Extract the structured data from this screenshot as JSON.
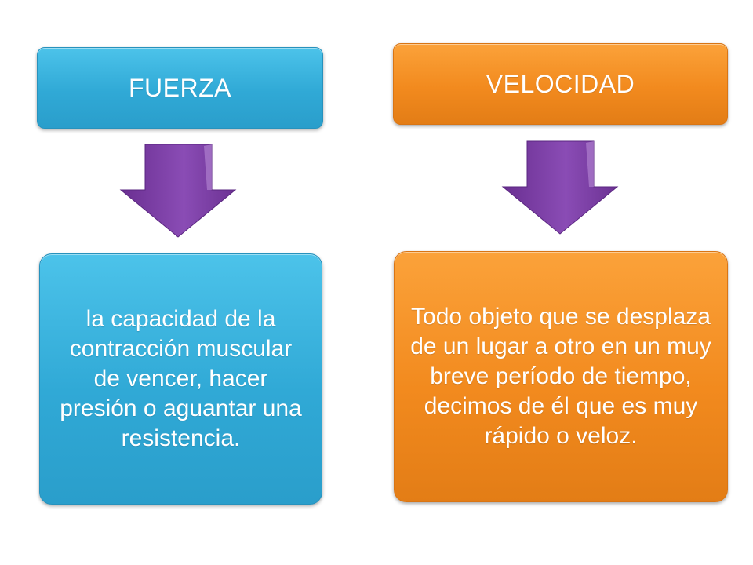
{
  "left_column": {
    "header": "FUERZA",
    "definition": "la capacidad de la contracción muscular de vencer, hacer presión o aguantar una resistencia."
  },
  "right_column": {
    "header": "VELOCIDAD",
    "definition": "Todo objeto que se desplaza de un lugar a otro en un muy breve período de tiempo, decimos de él que es muy rápido o veloz."
  },
  "colors": {
    "blue": "#30a9d6",
    "orange": "#f28a1e",
    "arrow_purple": "#7a3fa0"
  },
  "icons": {
    "connector": "down-arrow-icon"
  }
}
